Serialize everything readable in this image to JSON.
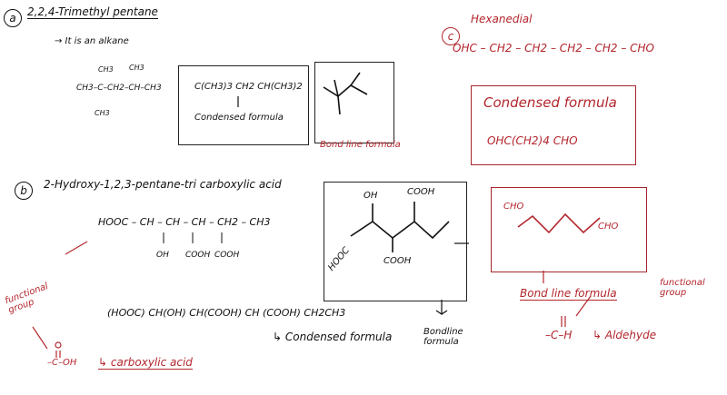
{
  "section_a": {
    "marker": "a",
    "title": "2,2,4-Trimethyl pentane",
    "note": "→ It is an alkane",
    "struct_top": [
      "CH3",
      "CH3"
    ],
    "struct_main": "CH3–C–CH2–CH–CH3",
    "struct_bottom": "CH3",
    "condensed": "C(CH3)3 CH2 CH(CH3)2",
    "condensed_label": "Condensed formula",
    "bondline_label": "Bond line formula"
  },
  "section_b": {
    "marker": "b",
    "title": "2-Hydroxy-1,2,3-pentane-tri carboxylic acid",
    "struct_main": "HOOC – CH – CH – CH – CH2 – CH3",
    "struct_subs": [
      "OH",
      "COOH",
      "COOH"
    ],
    "condensed": "(HOOC) CH(OH) CH(COOH) CH (COOH) CH2CH3",
    "condensed_label": "↳ Condensed formula",
    "bondline_label": "Bondline formula",
    "skeletal_labels": [
      "OH",
      "COOH",
      "HOOC",
      "COOH"
    ]
  },
  "section_c": {
    "marker": "c",
    "title": "Hexanedial",
    "struct_main": "OHC – CH2 – CH2 – CH2 – CH2 – CHO",
    "condensed_label": "Condensed formula",
    "condensed": "OHC(CH2)4 CHO",
    "skeletal_labels": [
      "CHO",
      "CHO"
    ],
    "bondline_label": "Bond line formula",
    "functional_group_label": "functional group",
    "aldehyde_group": "–C–H",
    "aldehyde_label": "↳ Aldehyde"
  },
  "functional_group": {
    "label": "functional group",
    "structure": "–C–OH",
    "name": "↳ carboxylic acid"
  },
  "colors": {
    "ink": "#111111",
    "red": "#b3262d"
  }
}
